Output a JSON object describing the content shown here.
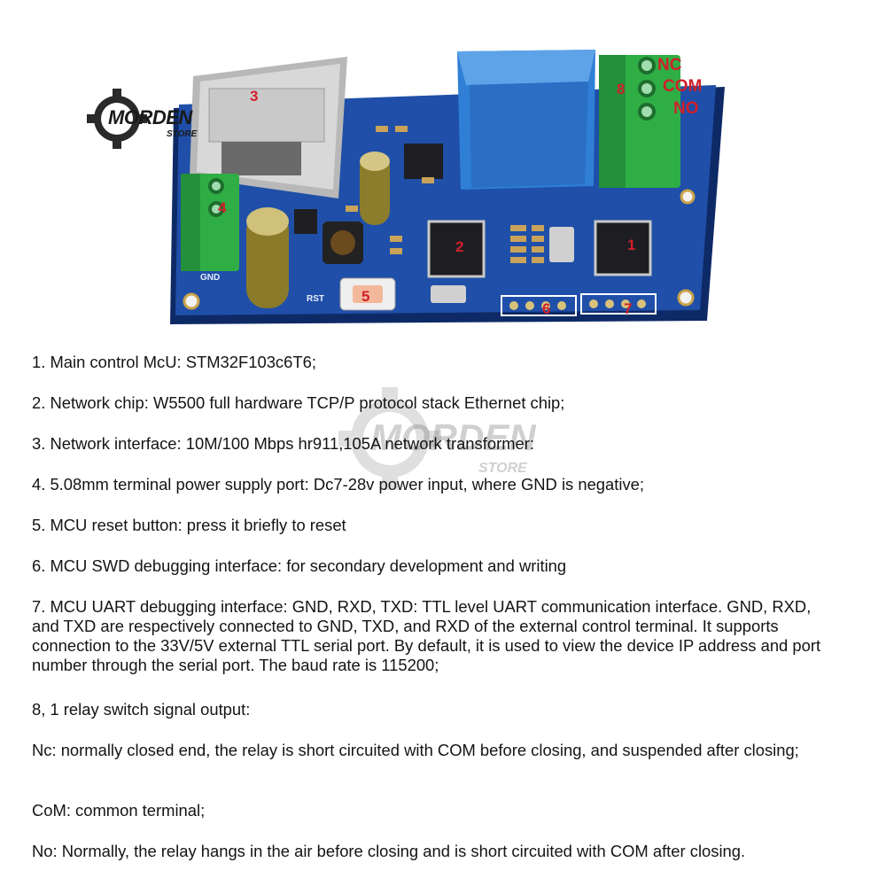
{
  "logo": {
    "name": "MORDEN",
    "tag": "STORE"
  },
  "board": {
    "callouts": [
      "1",
      "2",
      "3",
      "4",
      "5",
      "6",
      "7",
      "8"
    ],
    "terminal_labels": [
      "NC",
      "COM",
      "NO"
    ],
    "silkscreen": {
      "gnd": "GND",
      "rst": "RST"
    }
  },
  "watermark": {
    "name": "MORDEN",
    "tag": "STORE"
  },
  "items": [
    "1. Main control McU: STM32F103c6T6;",
    "2. Network chip: W5500 full hardware TCP/P protocol stack Ethernet chip;",
    "3. Network interface: 10M/100 Mbps hr911,105A network transformer:",
    "4. 5.08mm terminal power supply port: Dc7-28v power input, where GND is negative;",
    "5. MCU reset button: press it briefly to reset",
    "6. MCU SWD debugging interface: for secondary development and writing",
    "7. MCU UART debugging interface: GND, RXD, TXD: TTL level UART communication interface. GND, RXD, and TXD are respectively connected to GND, TXD, and RXD of the external control terminal. It supports connection to the 33V/5V external TTL serial port. By default, it is used to view the device IP address and port number through the serial port. The baud rate is 115200;",
    "8, 1 relay switch signal output:",
    "Nc: normally closed end, the relay is short circuited with COM before closing, and suspended after closing;",
    "CoM: common terminal;",
    "No: Normally, the relay hangs in the air before closing and is short circuited with COM after closing."
  ],
  "colors": {
    "pcb": "#1f4fa8",
    "relay": "#2f7fd6",
    "terminal": "#2fae45",
    "callout": "#d0202a"
  }
}
